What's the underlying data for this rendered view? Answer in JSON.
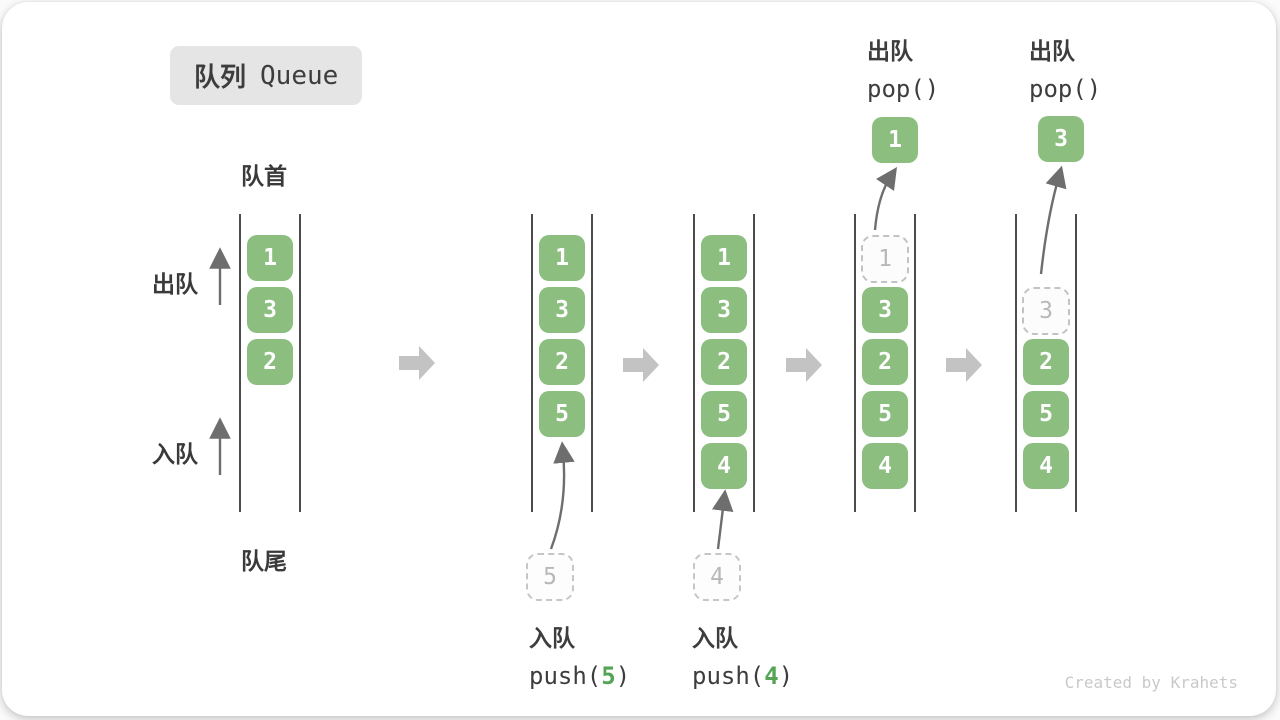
{
  "title": {
    "badge_zh": "队列",
    "badge_en": "Queue"
  },
  "labels": {
    "front": "队首",
    "rear": "队尾",
    "dequeue": "出队",
    "enqueue": "入队"
  },
  "operations": {
    "push5": {
      "label": "入队",
      "code_prefix": "push(",
      "arg": "5",
      "code_suffix": ")"
    },
    "push4": {
      "label": "入队",
      "code_prefix": "push(",
      "arg": "4",
      "code_suffix": ")"
    },
    "pop1": {
      "label": "出队",
      "code": "pop()",
      "popped": "1"
    },
    "pop2": {
      "label": "出队",
      "code": "pop()",
      "popped": "3"
    }
  },
  "queues": [
    {
      "slots": [
        {
          "v": "1"
        },
        {
          "v": "3"
        },
        {
          "v": "2"
        }
      ]
    },
    {
      "slots": [
        {
          "v": "1"
        },
        {
          "v": "3"
        },
        {
          "v": "2"
        },
        {
          "v": "5"
        }
      ],
      "incoming": "5"
    },
    {
      "slots": [
        {
          "v": "1"
        },
        {
          "v": "3"
        },
        {
          "v": "2"
        },
        {
          "v": "5"
        },
        {
          "v": "4"
        }
      ],
      "incoming": "4"
    },
    {
      "slots": [
        {
          "v": "1",
          "ghost": true
        },
        {
          "v": "3"
        },
        {
          "v": "2"
        },
        {
          "v": "5"
        },
        {
          "v": "4"
        }
      ],
      "outgoing": "1"
    },
    {
      "slots": [
        {
          "v": "3",
          "ghost": true
        },
        {
          "v": "2"
        },
        {
          "v": "5"
        },
        {
          "v": "4"
        }
      ],
      "outgoing": "3"
    }
  ],
  "icons": {
    "transition": "right-block-arrow",
    "dequeue_direction": "up-arrow",
    "enqueue_direction": "up-arrow",
    "move_arrows": "curved-up-arrow"
  },
  "colors": {
    "box_green": "#8cbe80",
    "code_arg_green": "#55a455",
    "block_arrow_gray": "#c3c3c3",
    "container_line": "#4c4c4c",
    "ghost_gray": "#b8b8b8",
    "badge_bg": "#e5e5e5",
    "text_dark": "#3a3a3a"
  },
  "credit": "Created by Krahets"
}
